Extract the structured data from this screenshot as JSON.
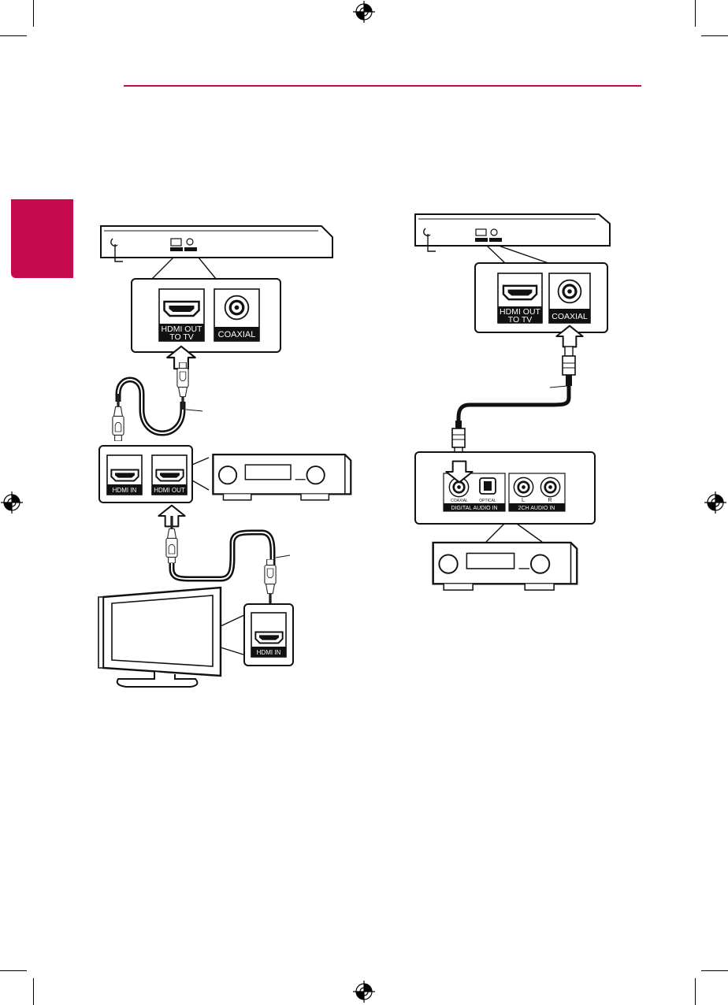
{
  "brand": {
    "accent": "#c4094c"
  },
  "left_diagram": {
    "player_ports": {
      "hdmi_line1": "HDMI OUT",
      "hdmi_line2": "TO TV",
      "coaxial": "COAXIAL"
    },
    "receiver_ports": {
      "hdmi_in": "HDMI IN",
      "hdmi_out": "HDMI OUT"
    },
    "tv_port": "HDMI IN"
  },
  "right_diagram": {
    "player_ports": {
      "hdmi_line1": "HDMI OUT",
      "hdmi_line2": "TO TV",
      "coaxial": "COAXIAL"
    },
    "receiver_ports": {
      "coaxial_small": "COAXIAL",
      "optical_small": "OPTICAL",
      "digital_group": "DIGITAL AUDIO IN",
      "left": "L",
      "right": "R",
      "analog_group": "2CH AUDIO IN"
    }
  }
}
